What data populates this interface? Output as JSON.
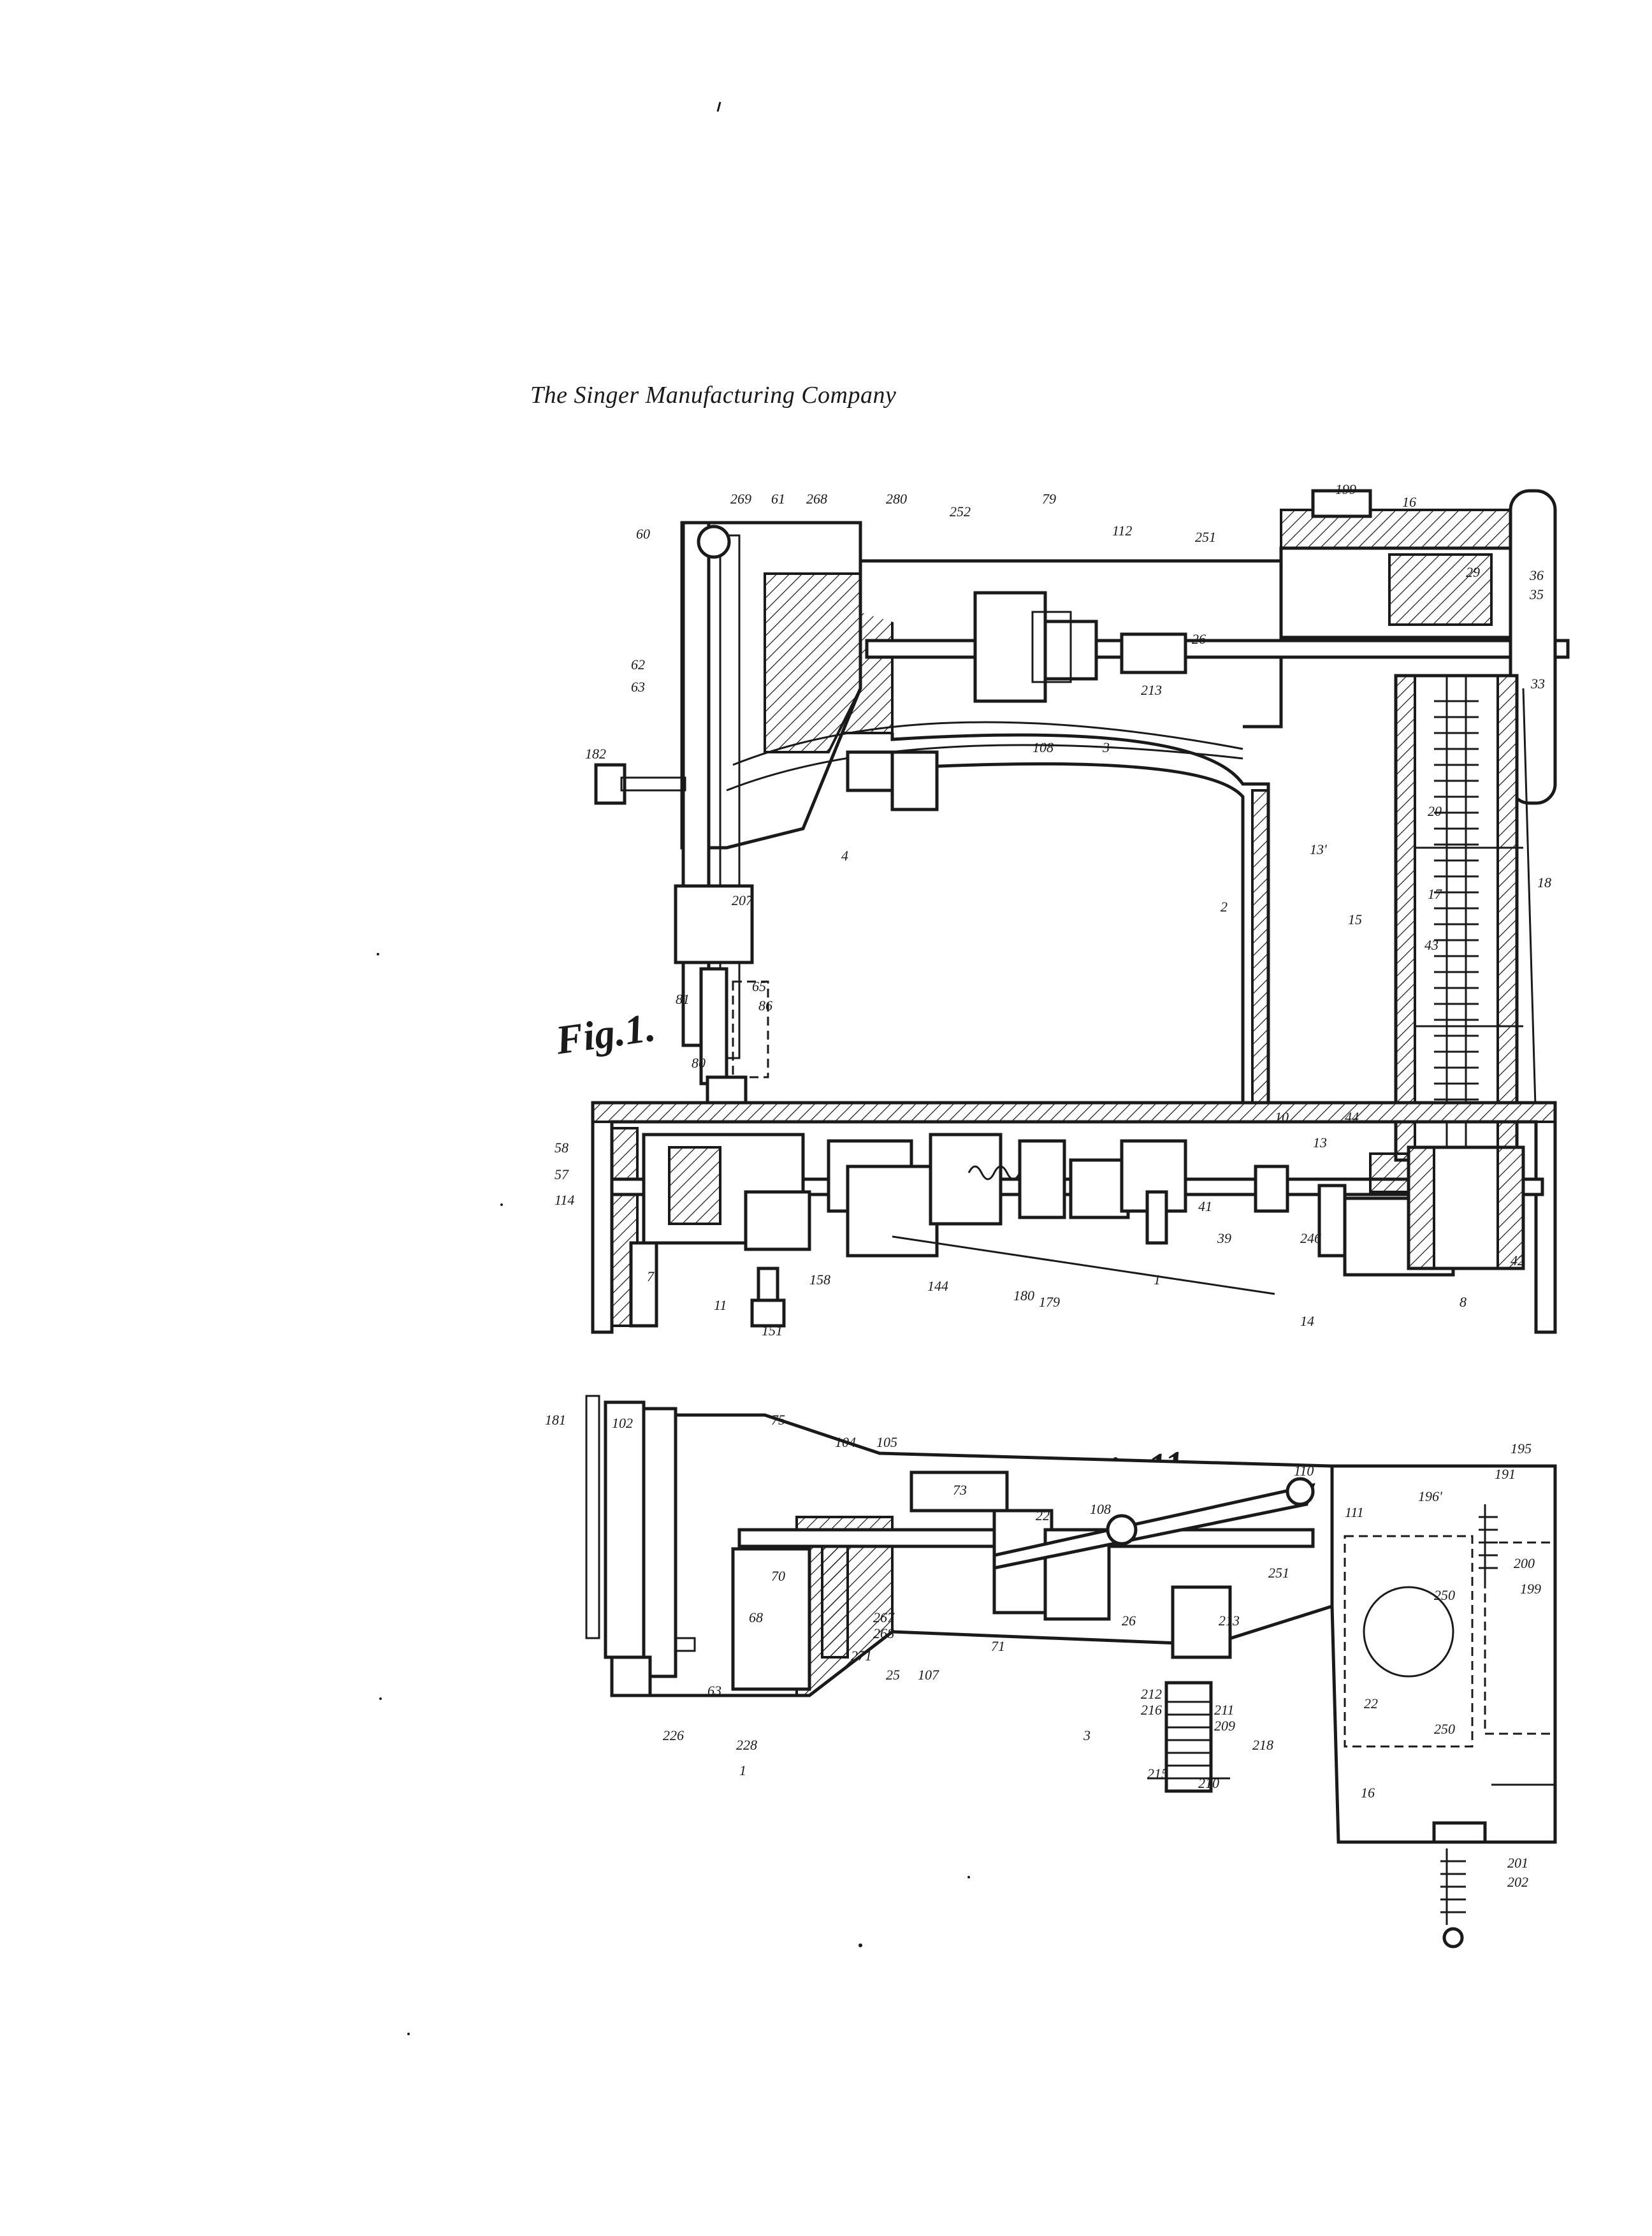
{
  "header": {
    "company": "The Singer Manufacturing Company"
  },
  "figures": [
    {
      "label": "Fig.1."
    },
    {
      "label": "Fig.11."
    }
  ]
}
